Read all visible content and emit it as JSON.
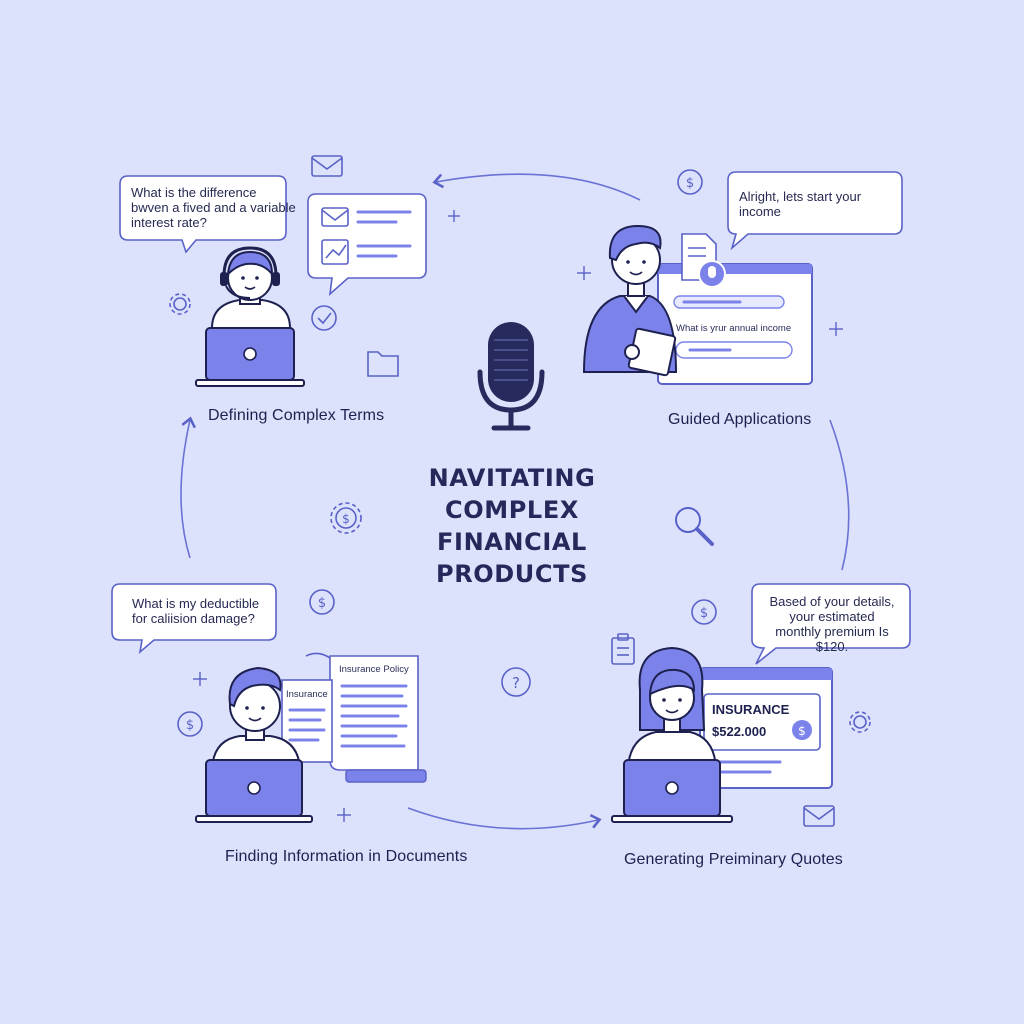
{
  "title": "NAVITATING\nCOMPLEX\nFINANCIAL\nPRODUCTS",
  "colors": {
    "background": "#dce2fb",
    "accent": "#7b83ea",
    "line": "#5a62c8",
    "ink": "#1e2150",
    "mic": "#272a5c"
  },
  "scenes": {
    "defining": {
      "label": "Defining Complex Terms",
      "bubble": "What is the difference\nbwven a fived and a variable\ninterest rate?"
    },
    "guided": {
      "label": "Guided Applications",
      "bubble": "Alright, lets start your\nincome",
      "form_field": "What is yrur annual income"
    },
    "finding": {
      "label": "Finding Information in Documents",
      "bubble": "What is my deductible\nfor caliision damage?",
      "doc_front": "Insurance",
      "doc_back": "Insurance Policy"
    },
    "quotes": {
      "label": "Generating Preiminary Quotes",
      "bubble": "Based of your details,\nyour estimated\nmonthly premium Is $120.",
      "card_title": "INSURANCE",
      "card_amount": "$522.000"
    }
  },
  "icons": [
    "microphone-icon",
    "envelope-icon",
    "dollar-icon",
    "gear-icon",
    "check-icon",
    "folder-icon",
    "search-icon",
    "question-icon",
    "clipboard-icon",
    "sparkle-icon"
  ]
}
